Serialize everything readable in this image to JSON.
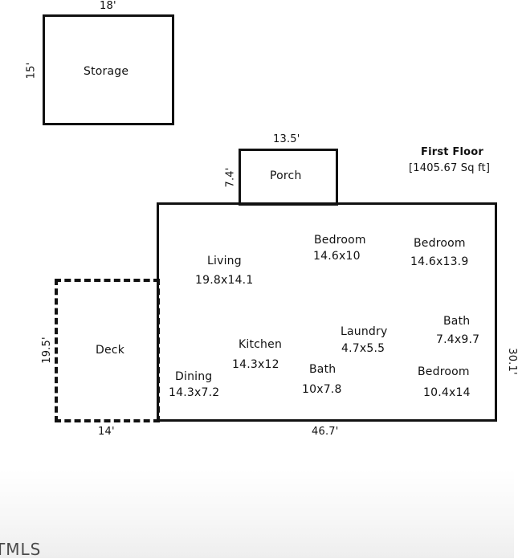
{
  "storage": {
    "label": "Storage",
    "width_dim": "18'",
    "height_dim": "15'"
  },
  "porch": {
    "label": "Porch",
    "width_dim": "13.5'",
    "height_dim": "7.4'"
  },
  "floor": {
    "title": "First Floor",
    "area": "[1405.67 Sq ft]",
    "width_dim": "46.7'",
    "height_dim": "30.1'"
  },
  "deck": {
    "label": "Deck",
    "width_dim": "14'",
    "height_dim": "19.5'"
  },
  "rooms": [
    {
      "name": "Living",
      "size": "19.8x14.1"
    },
    {
      "name": "Bedroom",
      "size": "14.6x10"
    },
    {
      "name": "Bedroom",
      "size": "14.6x13.9"
    },
    {
      "name": "Kitchen",
      "size": "14.3x12"
    },
    {
      "name": "Laundry",
      "size": "4.7x5.5"
    },
    {
      "name": "Bath",
      "size": "7.4x9.7"
    },
    {
      "name": "Dining",
      "size": "14.3x7.2"
    },
    {
      "name": "Bath",
      "size": "10x7.8"
    },
    {
      "name": "Bedroom",
      "size": "10.4x14"
    }
  ],
  "watermark": "TMLS"
}
